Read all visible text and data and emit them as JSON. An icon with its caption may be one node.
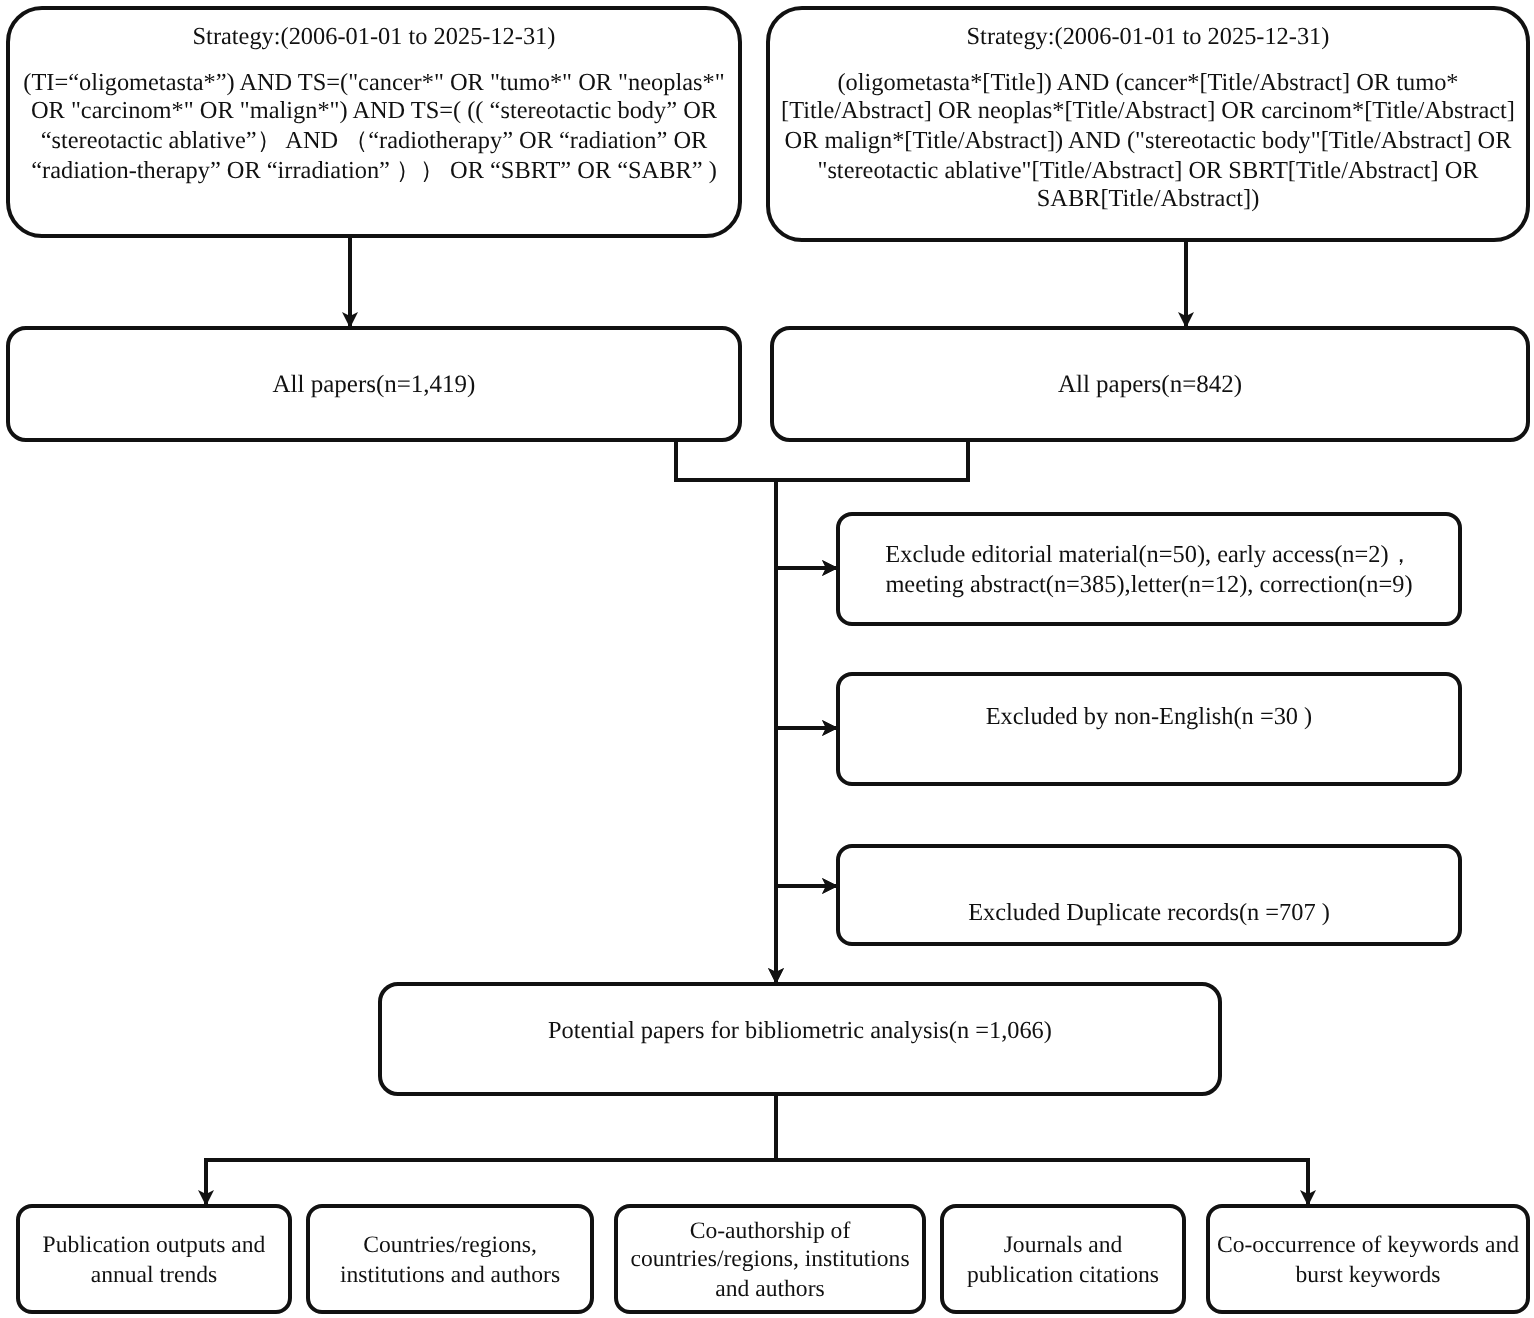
{
  "diagram": {
    "nodes": [
      {
        "text": [
          "Strategy:(2006-01-01 to 2025-12-31)",
          "(TI=“oligometasta*”) AND TS=(\"cancer*\" OR \"tumo*\" OR \"neoplas*\" OR \"carcinom*\" OR \"malign*\") AND TS=( (( “stereotactic body” OR “stereotactic ablative”） AND （“radiotherapy” OR “radiation” OR “radiation-therapy” OR “irradiation” ）） OR “SBRT” OR “SABR” )"
        ]
      },
      {
        "text": [
          "Strategy:(2006-01-01 to 2025-12-31)",
          "(oligometasta*[Title]) AND (cancer*[Title/Abstract] OR tumo*[Title/Abstract] OR neoplas*[Title/Abstract] OR carcinom*[Title/Abstract] OR malign*[Title/Abstract]) AND (\"stereotactic body\"[Title/Abstract] OR \"stereotactic ablative\"[Title/Abstract] OR SBRT[Title/Abstract] OR SABR[Title/Abstract])"
        ]
      },
      {
        "text": [
          "All papers(n=1,419)"
        ]
      },
      {
        "text": [
          "All papers(n=842)"
        ]
      },
      {
        "text": [
          "Exclude editorial material(n=50), early access(n=2)，meeting abstract(n=385),letter(n=12), correction(n=9)"
        ]
      },
      {
        "text": [
          "Excluded by non-English(n =30 )"
        ]
      },
      {
        "text": [
          "Excluded Duplicate records(n =707 )"
        ]
      },
      {
        "text": [
          "Potential papers for bibliometric analysis(n =1,066)"
        ]
      },
      {
        "text": [
          "Publication outputs and annual trends"
        ]
      },
      {
        "text": [
          "Countries/regions, institutions and authors"
        ]
      },
      {
        "text": [
          "Co-authorship of countries/regions, institutions and authors"
        ]
      },
      {
        "text": [
          "Journals and publication citations"
        ]
      },
      {
        "text": [
          "Co-occurrence of keywords and burst keywords"
        ]
      }
    ],
    "edges": [
      {
        "from": 0,
        "to": 2,
        "arrow": "to"
      },
      {
        "from": 1,
        "to": 3,
        "arrow": "to"
      },
      {
        "from": 2,
        "to": 7,
        "arrow": "to"
      },
      {
        "from": 3,
        "to": 7,
        "arrow": "to"
      },
      {
        "from": 2,
        "to": 4,
        "arrow": "to"
      },
      {
        "from": 2,
        "to": 5,
        "arrow": "to"
      },
      {
        "from": 2,
        "to": 6,
        "arrow": "to"
      },
      {
        "from": 3,
        "to": 4,
        "arrow": "to"
      },
      {
        "from": 3,
        "to": 5,
        "arrow": "to"
      },
      {
        "from": 3,
        "to": 6,
        "arrow": "to"
      },
      {
        "from": 7,
        "to": 8,
        "arrow": "to"
      },
      {
        "from": 7,
        "to": 12,
        "arrow": "to"
      }
    ]
  }
}
